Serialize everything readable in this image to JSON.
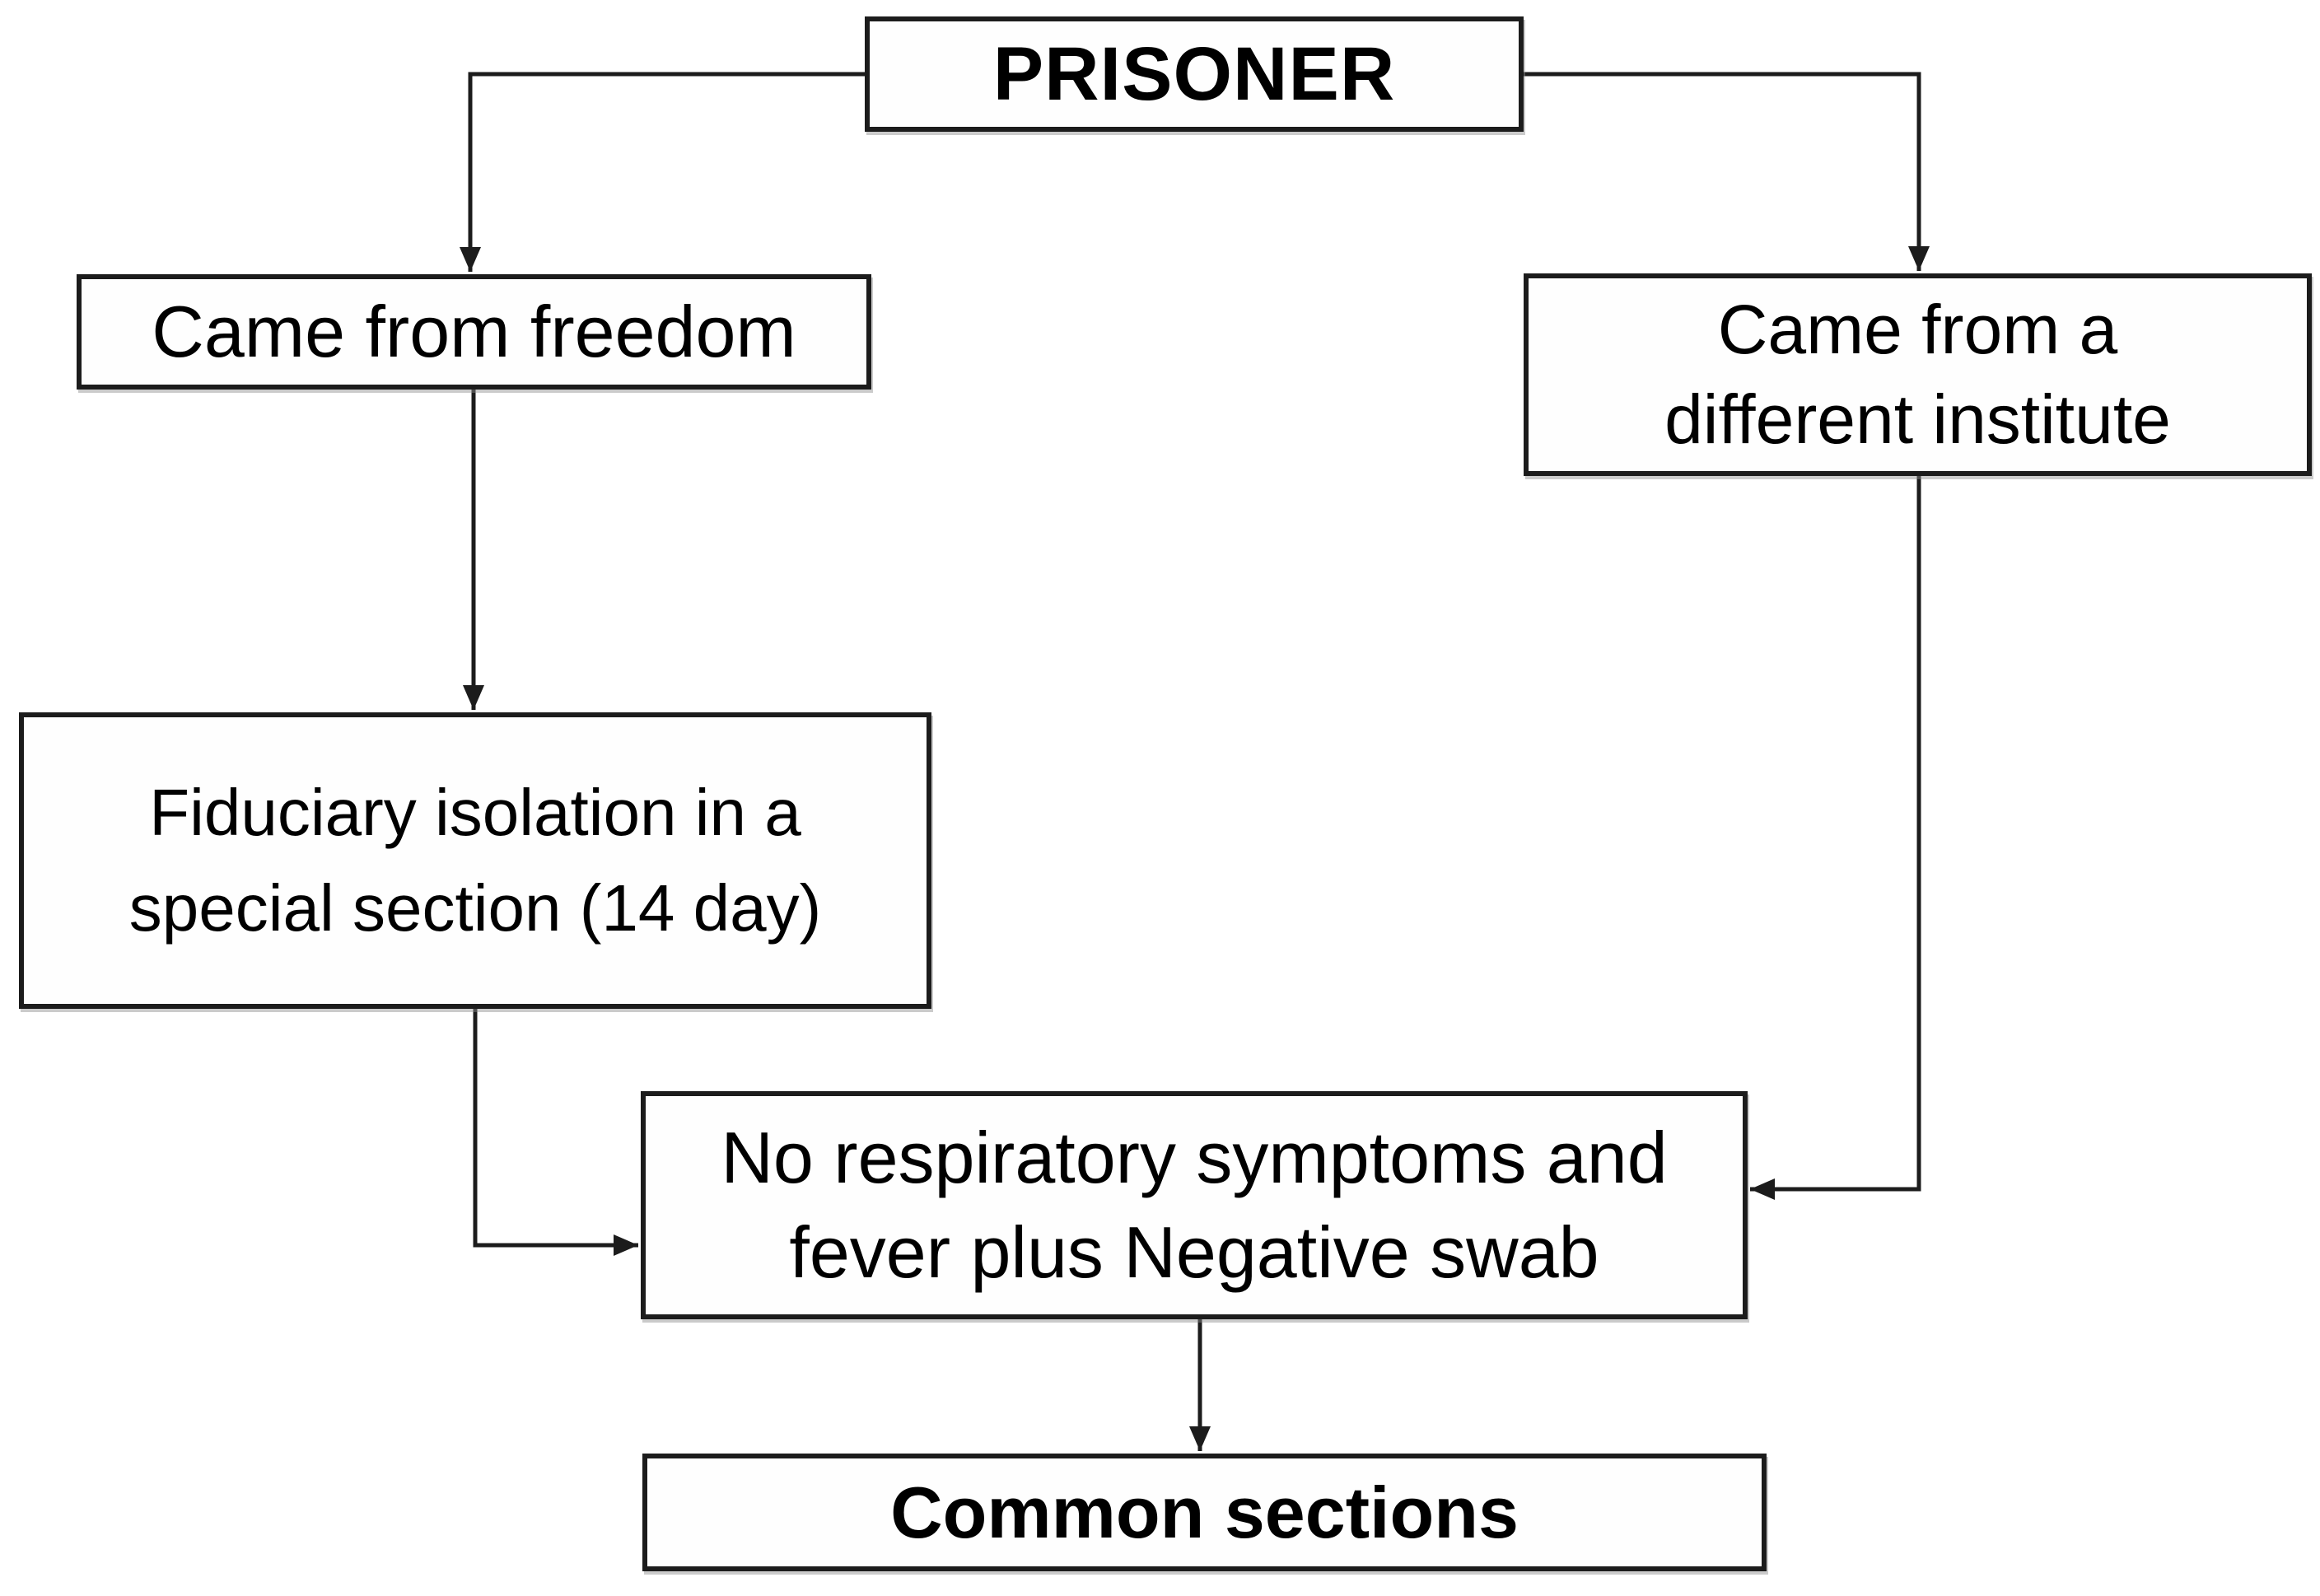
{
  "colors": {
    "background": "#ffffff",
    "box_fill": "#fefefe",
    "box_border": "#1c1c1c",
    "text": "#000000",
    "connector": "#1c1c1c"
  },
  "nodes": {
    "prisoner": {
      "label": "PRISONER",
      "lines": [
        "PRISONER"
      ]
    },
    "freedom": {
      "label": "Came from freedom",
      "lines": [
        "Came from freedom"
      ]
    },
    "institute": {
      "label": "Came from a different institute",
      "lines": [
        "Came from a",
        "different institute"
      ]
    },
    "isolation": {
      "label": "Fiduciary isolation in a special section (14 day)",
      "lines": [
        "Fiduciary isolation in a",
        "special section (14 day)"
      ]
    },
    "swab": {
      "label": "No respiratory symptoms and fever plus Negative swab",
      "lines": [
        "No respiratory symptoms and",
        "fever plus Negative swab"
      ]
    },
    "common": {
      "label": "Common sections",
      "lines": [
        "Common sections"
      ]
    }
  },
  "edges": [
    {
      "from": "PRISONER",
      "to": "Came from freedom"
    },
    {
      "from": "PRISONER",
      "to": "Came from a different institute"
    },
    {
      "from": "Came from freedom",
      "to": "Fiduciary isolation in a special section (14 day)"
    },
    {
      "from": "Fiduciary isolation in a special section (14 day)",
      "to": "No respiratory symptoms and fever plus Negative swab"
    },
    {
      "from": "Came from a different institute",
      "to": "No respiratory symptoms and fever plus Negative swab"
    },
    {
      "from": "No respiratory symptoms and fever plus Negative swab",
      "to": "Common sections"
    }
  ]
}
